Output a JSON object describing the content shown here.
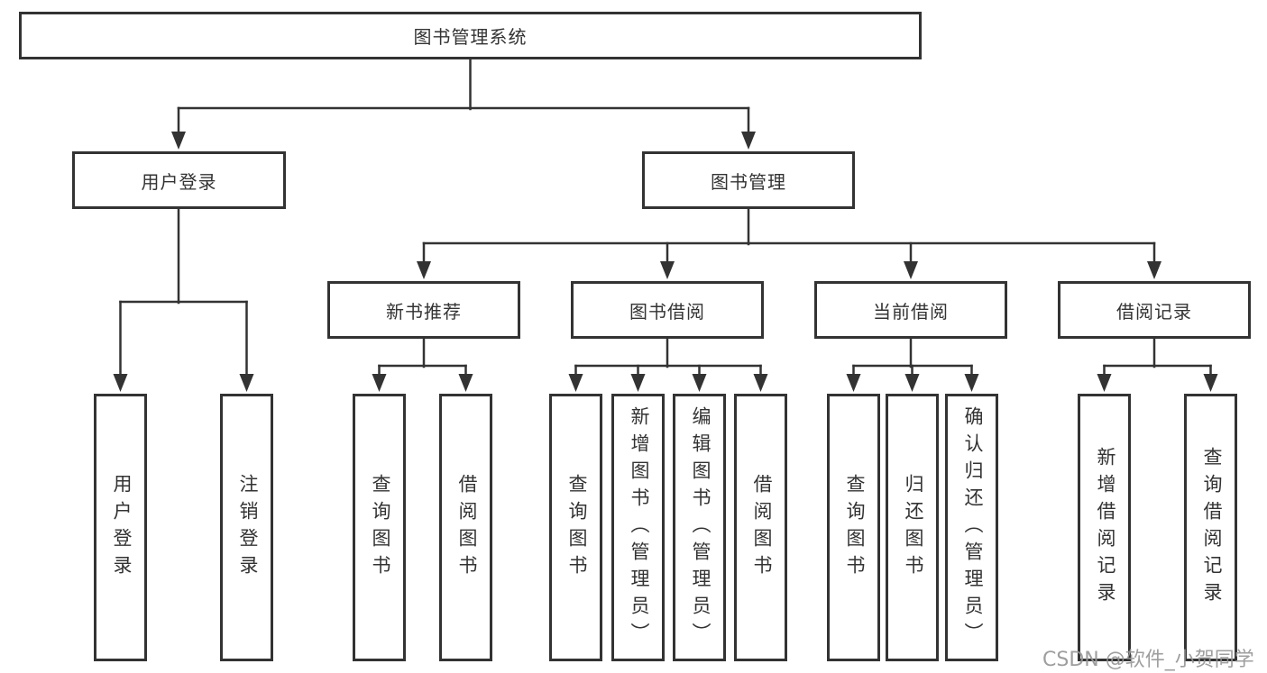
{
  "diagram_type": "hierarchy-tree",
  "watermark": "CSDN @软件_小贺同学",
  "colors": {
    "line": "#333333",
    "box_border": "#333333",
    "text": "#333333",
    "background": "#ffffff",
    "watermark": "#969696"
  },
  "tree": {
    "label": "图书管理系统",
    "children": [
      {
        "label": "用户登录",
        "children": [
          {
            "label": "用户登录"
          },
          {
            "label": "注销登录"
          }
        ]
      },
      {
        "label": "图书管理",
        "children": [
          {
            "label": "新书推荐",
            "children": [
              {
                "label": "查询图书"
              },
              {
                "label": "借阅图书"
              }
            ]
          },
          {
            "label": "图书借阅",
            "children": [
              {
                "label": "查询图书"
              },
              {
                "label": "新增图书（管理员）"
              },
              {
                "label": "编辑图书（管理员）"
              },
              {
                "label": "借阅图书"
              }
            ]
          },
          {
            "label": "当前借阅",
            "children": [
              {
                "label": "查询图书"
              },
              {
                "label": "归还图书"
              },
              {
                "label": "确认归还（管理员）"
              }
            ]
          },
          {
            "label": "借阅记录",
            "children": [
              {
                "label": "新增借阅记录"
              },
              {
                "label": "查询借阅记录"
              }
            ]
          }
        ]
      }
    ]
  }
}
